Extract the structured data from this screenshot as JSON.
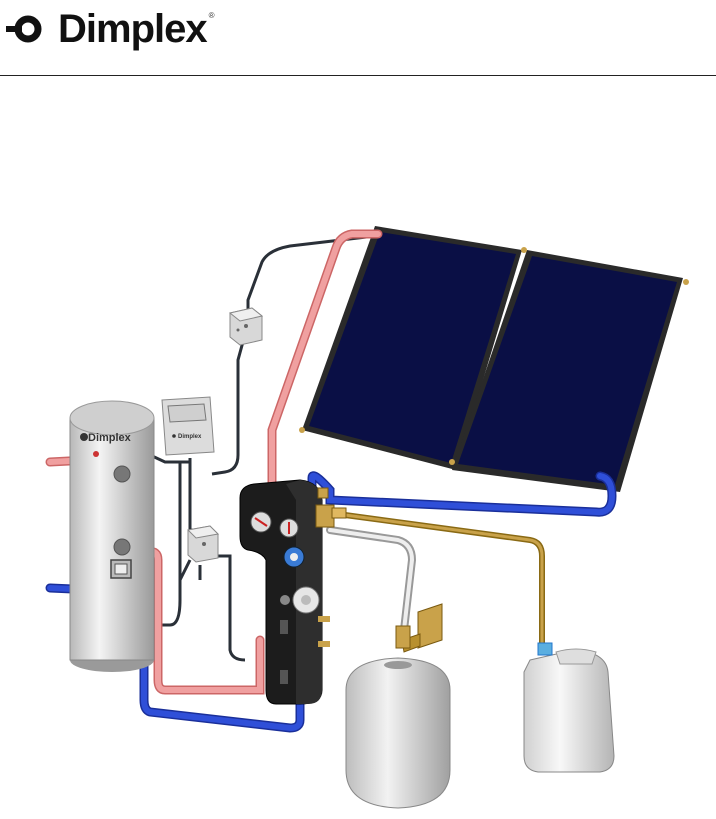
{
  "header": {
    "brand": "Dimplex",
    "registered_mark": "®"
  },
  "cylinder": {
    "brand": "Dimplex"
  },
  "controller": {
    "brand": "Dimplex"
  },
  "colors": {
    "hot_pipe": "#f0a0a0",
    "cold_pipe": "#2f4fd8",
    "wire": "#2a3038",
    "panel_face": "#0a0f45",
    "panel_frame": "#2a2a2a",
    "brass_pipe": "#8a6a14",
    "cylinder_body": "#e4e4e4"
  }
}
